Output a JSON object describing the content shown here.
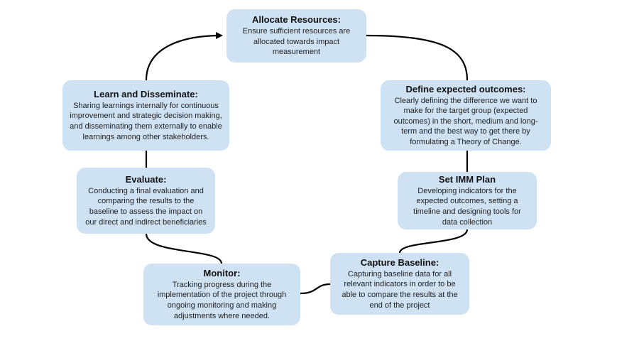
{
  "nodes": {
    "allocate": {
      "title": "Allocate Resources:",
      "body": "Ensure sufficient resources are allocated towards impact measurement"
    },
    "define": {
      "title": "Define expected outcomes:",
      "body": "Clearly defining the difference we want to make for the target group (expected outcomes) in the short, medium and long-term and the best way to get there by formulating a Theory of Change."
    },
    "imm": {
      "title": "Set IMM Plan",
      "body": "Developing indicators for the expected outcomes, setting a timeline and designing tools for data collection"
    },
    "baseline": {
      "title": "Capture Baseline:",
      "body": "Capturing baseline data for all relevant indicators in order to be able to compare the results at the end of the project"
    },
    "monitor": {
      "title": "Monitor:",
      "body": "Tracking progress during the implementation of the project through ongoing monitoring and making adjustments where needed."
    },
    "evaluate": {
      "title": "Evaluate:",
      "body": "Conducting a final evaluation and comparing the results to the baseline to assess the impact on our direct and indirect beneficiaries"
    },
    "learn": {
      "title": "Learn and Disseminate:",
      "body": "Sharing learnings internally for continuous improvement and strategic decision making, and disseminating them externally to enable learnings among other stakeholders."
    }
  },
  "colors": {
    "node_fill": "#cfe2f3",
    "connector": "#000000"
  }
}
